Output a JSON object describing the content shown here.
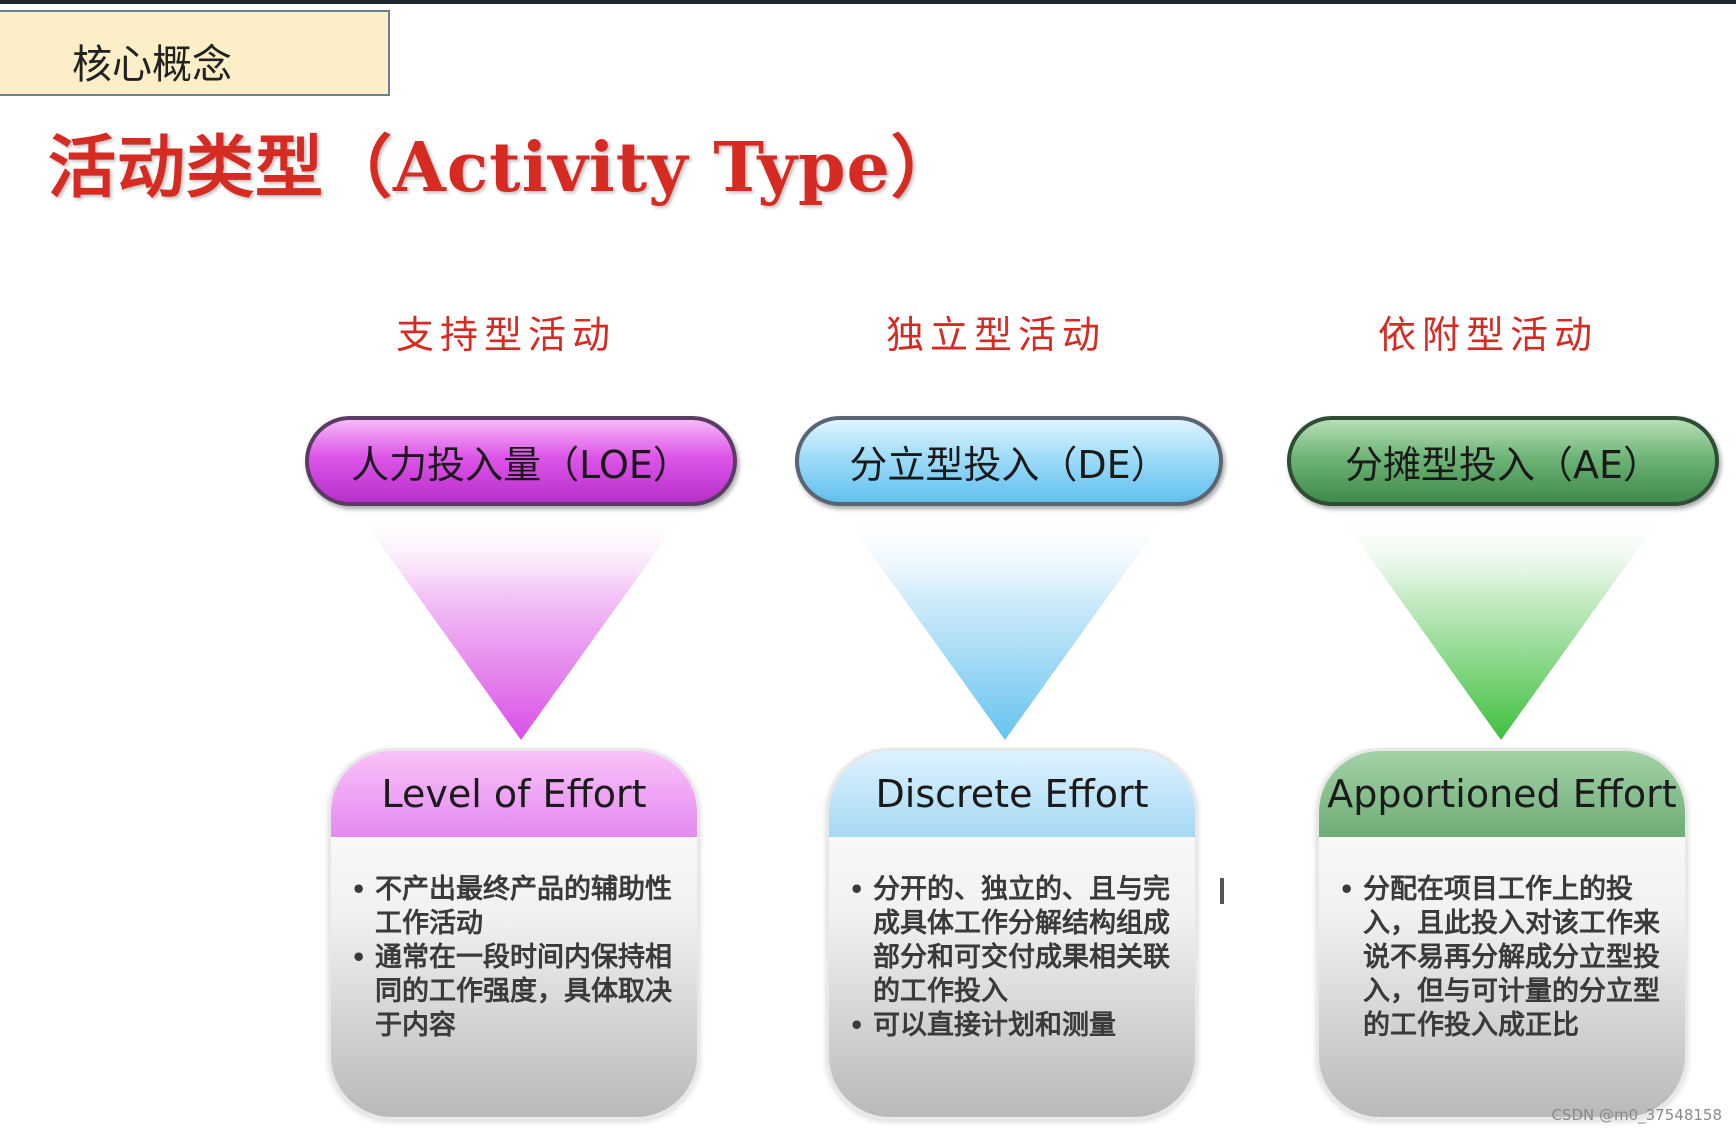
{
  "tag": {
    "label": "核心概念"
  },
  "title": "活动类型（Activity Type）",
  "categories": [
    {
      "label": "支持型活动",
      "pill": "人力投入量（LOE）",
      "box_title": "Level of Effort",
      "bullets": [
        "不产出最终产品的辅助性工作活动",
        "通常在一段时间内保持相同的工作强度，具体取决于内容"
      ],
      "color": "#d94fe6"
    },
    {
      "label": "独立型活动",
      "pill": "分立型投入（DE）",
      "box_title": "Discrete Effort",
      "bullets": [
        "分开的、独立的、且与完成具体工作分解结构组成部分和可交付成果相关联的工作投入",
        "可以直接计划和测量"
      ],
      "color": "#67c3ef"
    },
    {
      "label": "依附型活动",
      "pill": "分摊型投入（AE）",
      "box_title": "Apportioned Effort",
      "bullets": [
        "分配在项目工作上的投入，且此投入对该工作来说不易再分解成分立型投入，但与可计量的分立型的工作投入成正比"
      ],
      "color": "#3fbf3f"
    }
  ],
  "watermark": "CSDN @m0_37548158"
}
